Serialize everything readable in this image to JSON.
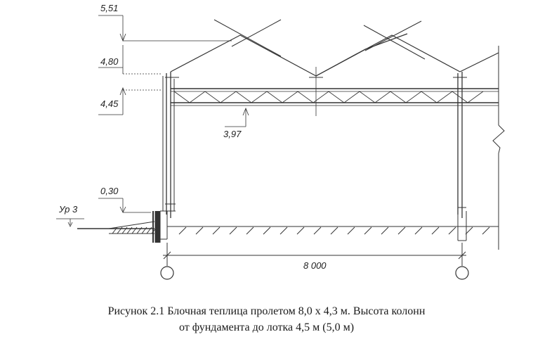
{
  "dimensions": {
    "h551": "5,51",
    "h480": "4,80",
    "h445": "4,45",
    "h397": "3,97",
    "h030": "0,30",
    "level": "Ур 3",
    "span": "8 000"
  },
  "caption": {
    "line1": "Рисунок 2.1 Блочная теплица пролетом 8,0 х 4,3 м. Высота колонн",
    "line2": "от фундамента до лотка 4,5 м (5,0 м)"
  }
}
